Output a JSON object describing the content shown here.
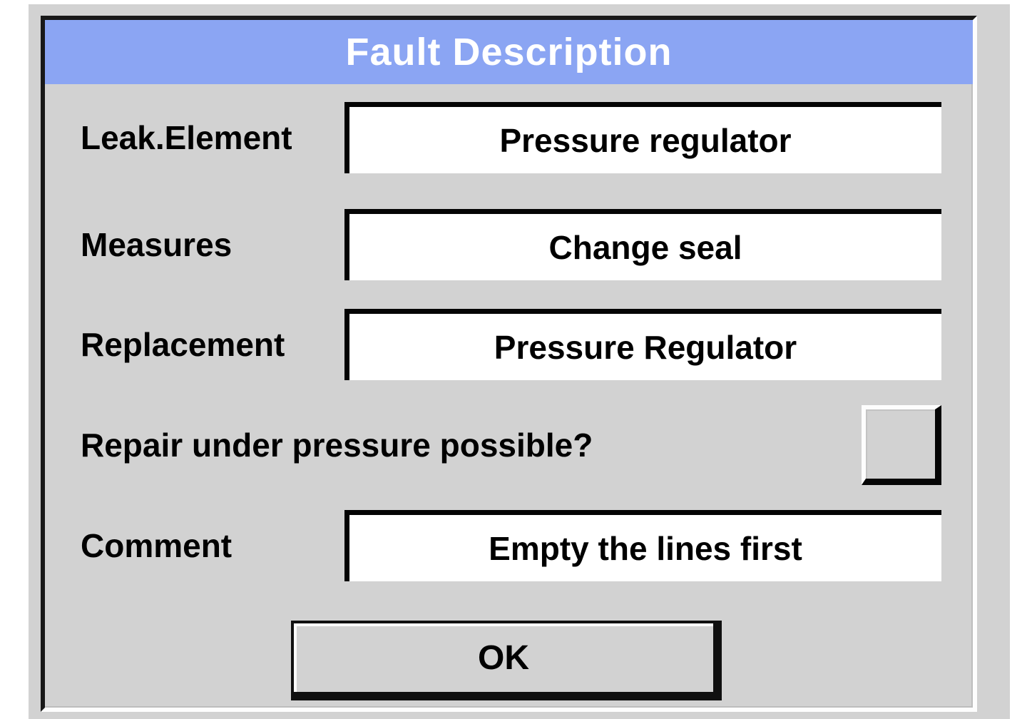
{
  "dialog": {
    "title": "Fault Description",
    "fields": {
      "leak_element": {
        "label": "Leak.Element",
        "value": "Pressure regulator"
      },
      "measures": {
        "label": "Measures",
        "value": "Change seal"
      },
      "replacement": {
        "label": "Replacement",
        "value": "Pressure Regulator"
      },
      "repair_question": {
        "label": "Repair under pressure possible?",
        "checked": false,
        "checkbox_state": "unchecked"
      },
      "comment": {
        "label": "Comment",
        "value": "Empty the lines first"
      }
    },
    "ok_label": "OK"
  },
  "colors": {
    "title_bar": "#8ba5f3",
    "dialog_background": "#d2d2d2",
    "field_background": "#ffffff",
    "title_text": "#ffffff",
    "body_text": "#000000"
  }
}
